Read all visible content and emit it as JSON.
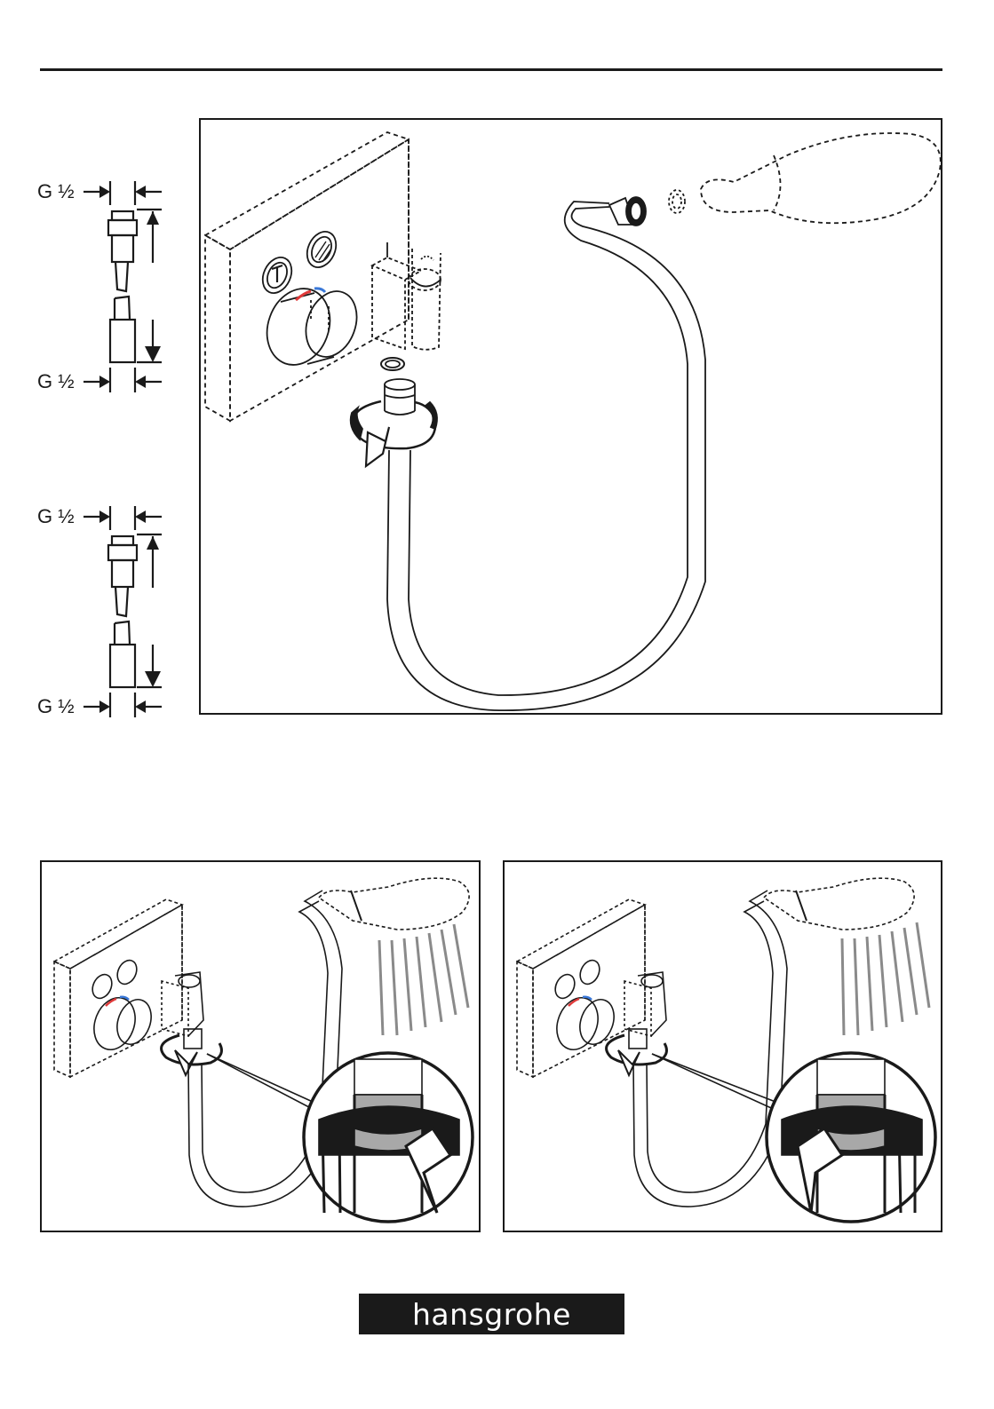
{
  "dimension_labels": {
    "set1_top": "G ½",
    "set1_bottom": "G ½",
    "set2_top": "G ½",
    "set2_bottom": "G ½"
  },
  "logo": {
    "text": "hansgrohe"
  },
  "colors": {
    "ink": "#1a1a1a",
    "hot": "#e03a3a",
    "cold": "#3a78d8",
    "band": "#a8a8a8"
  }
}
